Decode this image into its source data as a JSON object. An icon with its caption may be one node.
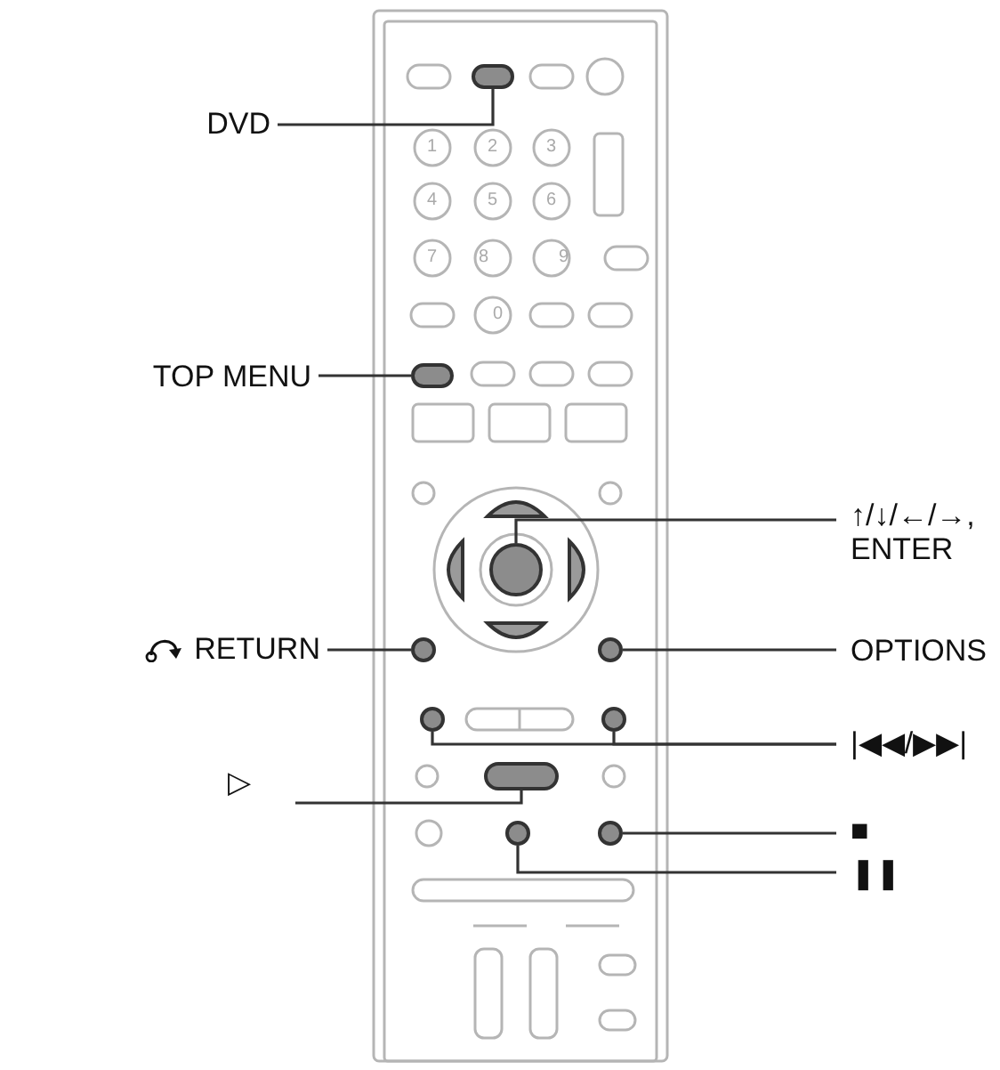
{
  "diagram": {
    "nodes": [
      {
        "text": [
          "DVD"
        ]
      },
      {
        "text": [],
        "shape": "box"
      },
      {
        "text": [
          "TOP MENU"
        ]
      },
      {
        "text": [],
        "shape": "box"
      },
      {
        "text": [
          "↑/↓/←/→, ENTER"
        ]
      },
      {
        "text": [],
        "shape": "circle"
      },
      {
        "text": [
          "RETURN"
        ]
      },
      {
        "text": [],
        "shape": "circle"
      },
      {
        "text": [
          "OPTIONS"
        ]
      },
      {
        "text": [],
        "shape": "circle"
      },
      {
        "text": [
          "|◀◀/▶▶|"
        ]
      },
      {
        "text": [],
        "shape": "circle"
      },
      {
        "text": [],
        "shape": "circle"
      },
      {
        "text": [
          "▷"
        ]
      },
      {
        "text": [],
        "shape": "box"
      },
      {
        "text": [
          "■"
        ]
      },
      {
        "text": [],
        "shape": "circle"
      },
      {
        "text": [
          "❚❚"
        ]
      },
      {
        "text": [],
        "shape": "circle"
      }
    ],
    "edges": [
      {
        "from": 0,
        "to": 1,
        "arrow": "none"
      },
      {
        "from": 2,
        "to": 3,
        "arrow": "none"
      },
      {
        "from": 4,
        "to": 5,
        "arrow": "none"
      },
      {
        "from": 6,
        "to": 7,
        "arrow": "none"
      },
      {
        "from": 8,
        "to": 9,
        "arrow": "none"
      },
      {
        "from": 10,
        "to": 11,
        "arrow": "none"
      },
      {
        "from": 10,
        "to": 12,
        "arrow": "none"
      },
      {
        "from": 13,
        "to": 14,
        "arrow": "none"
      },
      {
        "from": 15,
        "to": 16,
        "arrow": "none"
      },
      {
        "from": 17,
        "to": 18,
        "arrow": "none"
      }
    ],
    "labels": [
      "1",
      "2",
      "3",
      "4",
      "5",
      "6",
      "7",
      "8",
      "9",
      "0"
    ]
  }
}
